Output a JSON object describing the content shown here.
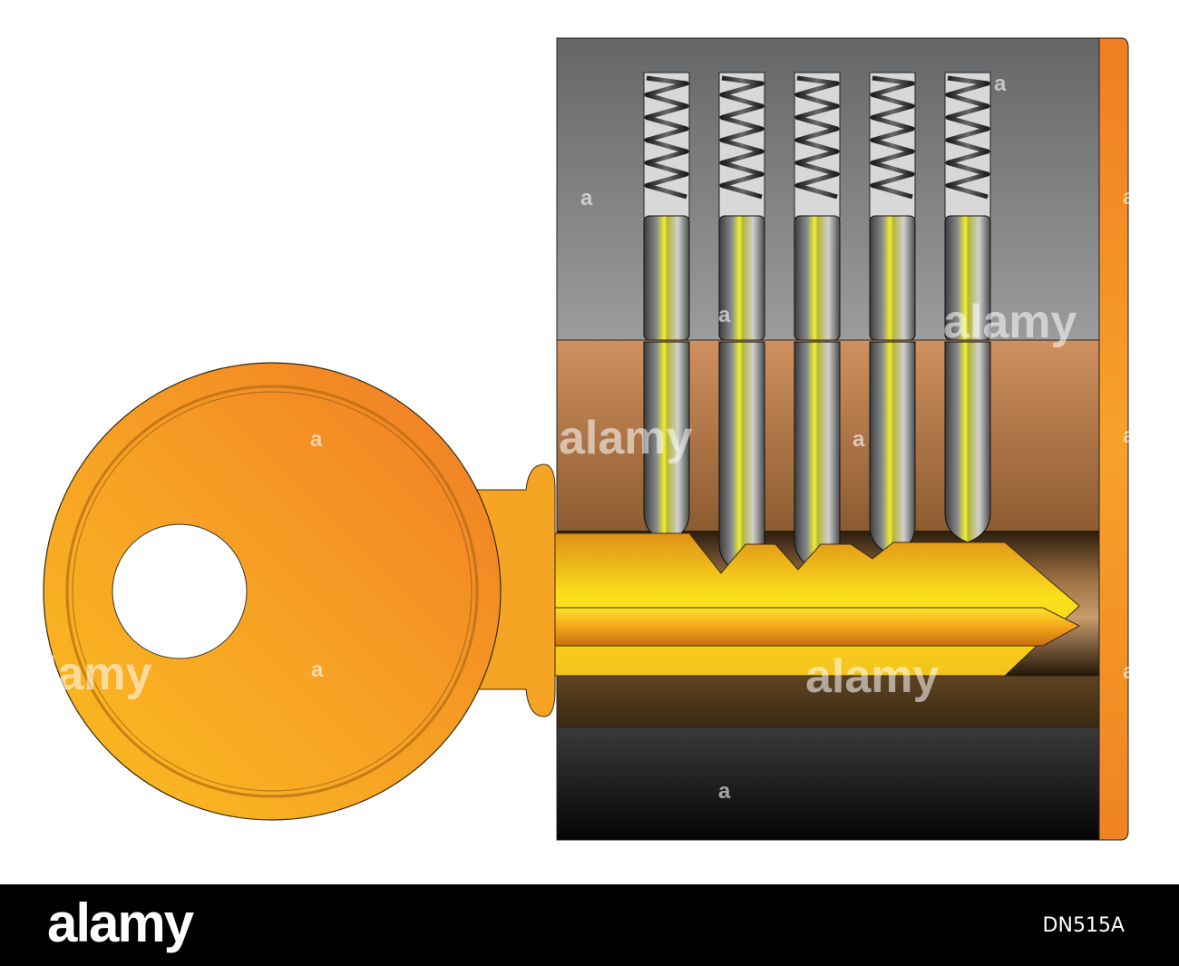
{
  "watermark": {
    "brand": "alamy",
    "small_mark": "a",
    "color": "#ffffff"
  },
  "footer": {
    "logo_text": "alamy",
    "image_id": "DN515A",
    "background": "#000000"
  },
  "lock": {
    "pin_count": 5,
    "colors": {
      "cylinder_top": "#6a6c6e",
      "plug_copper": "#b87a4f",
      "lower_brown": "#4f3718",
      "bottom_dark": "#101010",
      "face_plate": "#f28a22",
      "key_gold": "#f9b21f",
      "pin_highlight": "#e5e82a"
    }
  }
}
